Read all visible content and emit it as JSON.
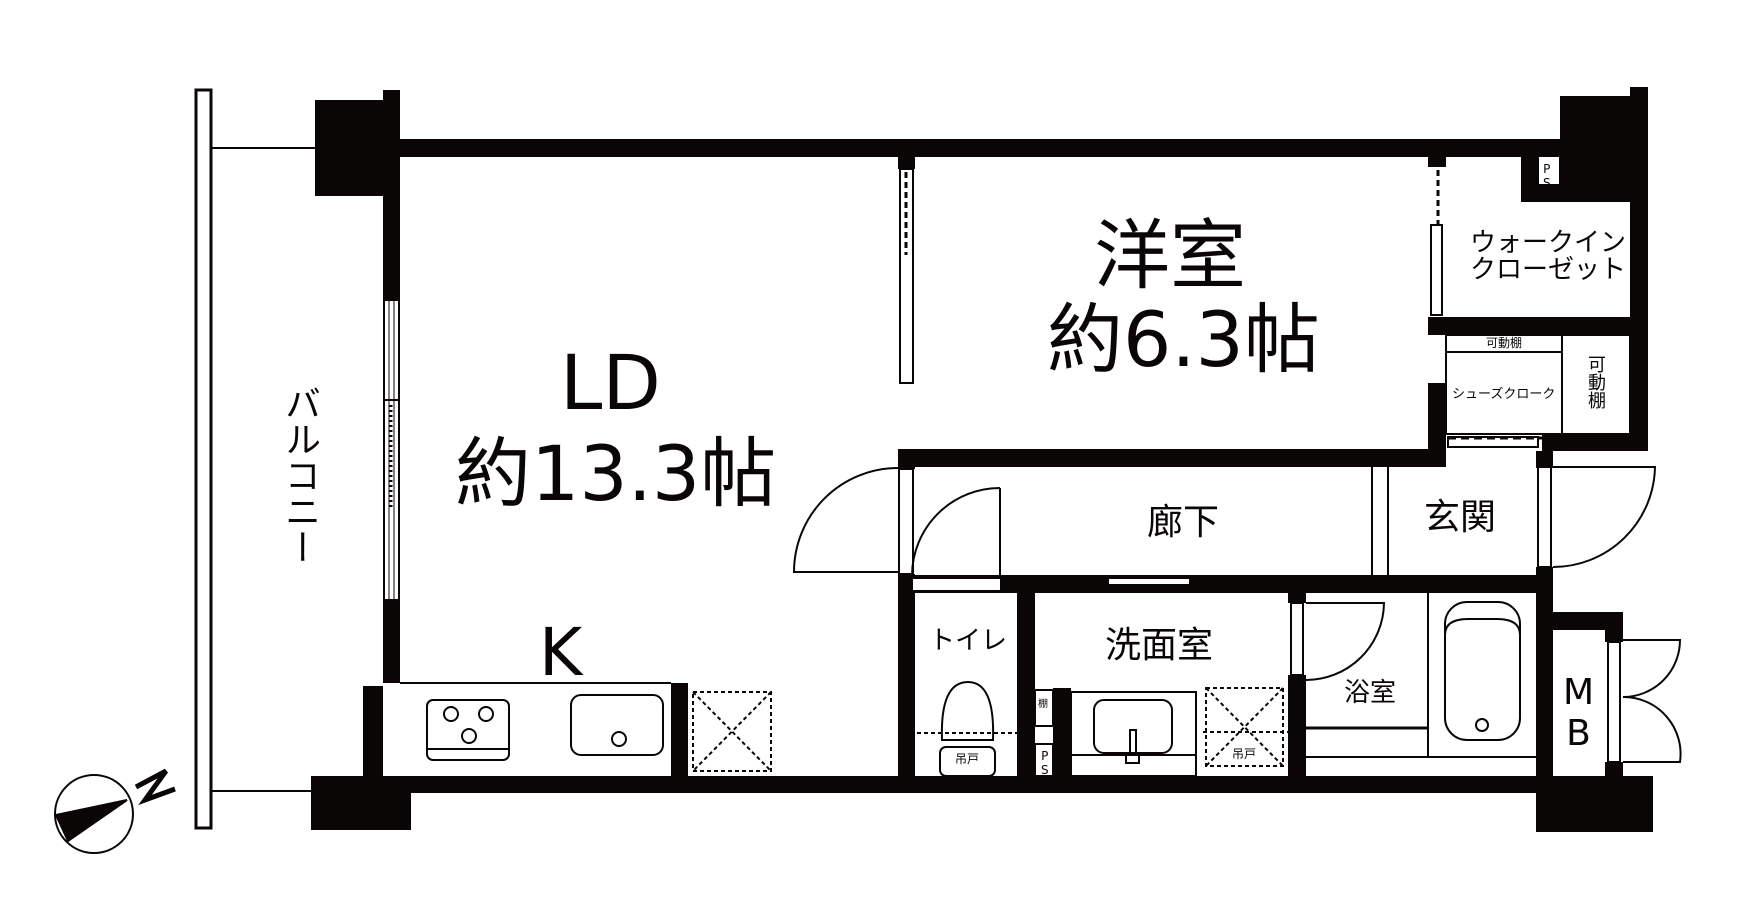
{
  "rooms": {
    "ld": {
      "name": "LD",
      "area": "約13.3帖"
    },
    "kitchen": {
      "name": "K"
    },
    "western_room": {
      "name": "洋室",
      "area": "約6.3帖"
    },
    "walk_in_closet": {
      "line1": "ウォークイン",
      "line2": "クローゼット"
    },
    "shoe_cloak": {
      "name": "シューズクローク",
      "shelf_top": "可動棚",
      "shelf_side": "可動棚"
    },
    "corridor": {
      "name": "廊下"
    },
    "entrance": {
      "name": "玄関"
    },
    "toilet": {
      "name": "トイレ",
      "cabinet": "吊戸"
    },
    "washroom": {
      "name": "洗面室",
      "shelf": "棚",
      "cabinet": "吊戸"
    },
    "bathroom": {
      "name": "浴室"
    },
    "meter_box": {
      "name": "MB"
    },
    "balcony": {
      "name": "バルコニー"
    }
  },
  "pipe_spaces": {
    "top_right": "PS",
    "washroom": "PS"
  },
  "compass": {
    "label": "N"
  },
  "colors": {
    "wall": "#0a0606",
    "background": "#ffffff"
  }
}
